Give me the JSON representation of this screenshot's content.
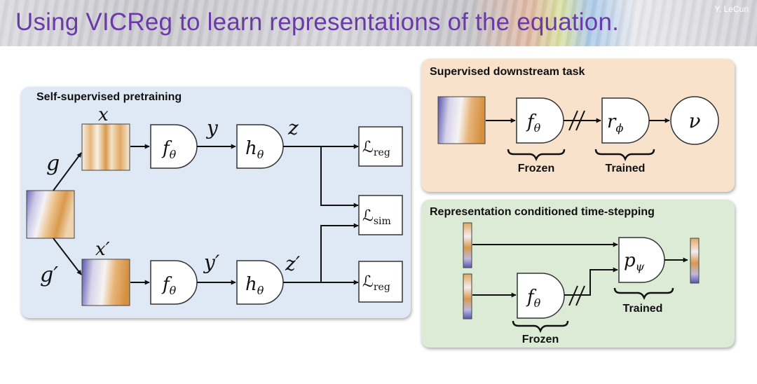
{
  "header": {
    "title": "Using VICReg to learn representations of the equation.",
    "author": "Y. LeCun",
    "colors": {
      "title": "#6a3aa8"
    }
  },
  "pretraining": {
    "title": "Self-supervised pretraining",
    "labels": {
      "g": "g",
      "g_prime": "g′",
      "x": "x",
      "x_prime": "x′",
      "y": "y",
      "y_prime": "y′",
      "z": "z",
      "z_prime": "z′"
    },
    "encoder": {
      "main": "f",
      "sub": "θ"
    },
    "projector": {
      "main": "h",
      "sub": "θ"
    },
    "loss_reg": {
      "main": "ℒ",
      "sub": "reg"
    },
    "loss_sim": {
      "main": "ℒ",
      "sub": "sim"
    },
    "colors": {
      "panel": "#dfe8f5"
    }
  },
  "downstream": {
    "title": "Supervised downstream task",
    "encoder": {
      "main": "f",
      "sub": "θ"
    },
    "head": {
      "main": "r",
      "sub": "ϕ"
    },
    "output": "ν",
    "frozen_label": "Frozen",
    "trained_label": "Trained",
    "colors": {
      "panel": "#f8e2cb"
    }
  },
  "timestepping": {
    "title": "Representation conditioned time-stepping",
    "encoder": {
      "main": "f",
      "sub": "θ"
    },
    "predictor": {
      "main": "p",
      "sub": "ψ"
    },
    "frozen_label": "Frozen",
    "trained_label": "Trained",
    "colors": {
      "panel": "#dcebd6"
    }
  }
}
